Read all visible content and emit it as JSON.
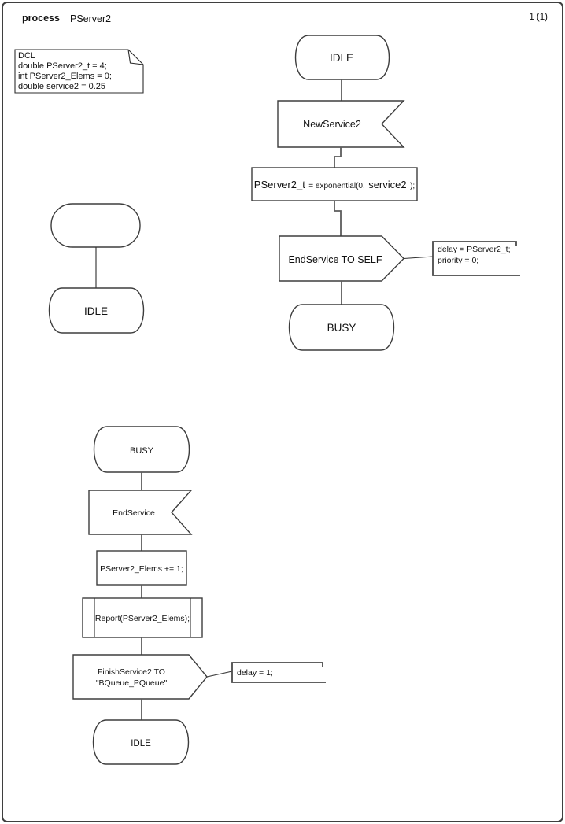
{
  "page": {
    "kind_label": "process",
    "name": "PServer2",
    "page_number": "1 (1)"
  },
  "declarations": {
    "lines": [
      "DCL",
      "double PServer2_t = 4;",
      "int PServer2_Elems = 0;",
      "double service2 = 0.25"
    ]
  },
  "flow_top": {
    "state_start": "IDLE",
    "input_signal": "NewService2",
    "task_part1": "PServer2_t",
    "task_part2": " = exponential(0,",
    "task_part3": "service2",
    "task_part4": ");",
    "output_signal": "EndService TO SELF",
    "comment_line1": "delay = PServer2_t;",
    "comment_line2": "priority = 0;",
    "state_end": "BUSY"
  },
  "flow_left": {
    "state_label": "IDLE"
  },
  "flow_bottom": {
    "state_start": "BUSY",
    "input_signal": "EndService",
    "task": "PServer2_Elems += 1;",
    "procedure_call": "Report(PServer2_Elems);",
    "output_line1": "FinishService2 TO",
    "output_line2": "\"BQueue_PQueue\"",
    "comment_line1": "delay = 1;",
    "state_end": "IDLE"
  },
  "colors": {
    "background": "#ffffff",
    "line": "#3d3d3d",
    "text": "#111111"
  }
}
